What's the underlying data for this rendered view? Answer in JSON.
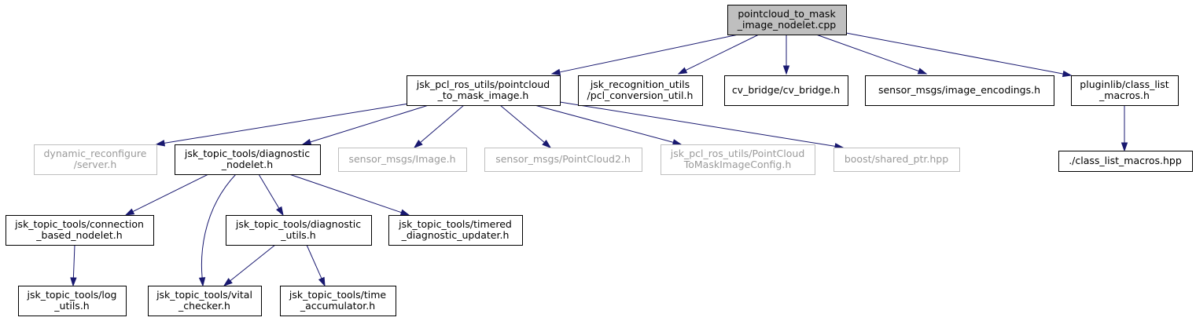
{
  "diagram": {
    "type": "include-dependency-graph",
    "colors": {
      "edge": "#191970",
      "root_fill": "#bfbfbf",
      "missing_border": "#bfbfbf",
      "missing_text": "#9a9a9a"
    },
    "nodes": [
      {
        "id": "root",
        "lines": [
          "pointcloud_to_mask",
          "_image_nodelet.cpp"
        ],
        "style": "root"
      },
      {
        "id": "pc2mask_h",
        "lines": [
          "jsk_pcl_ros_utils/pointcloud",
          "_to_mask_image.h"
        ],
        "style": "normal"
      },
      {
        "id": "pcl_conv",
        "lines": [
          "jsk_recognition_utils",
          "/pcl_conversion_util.h"
        ],
        "style": "normal"
      },
      {
        "id": "cv_bridge",
        "lines": [
          "cv_bridge/cv_bridge.h"
        ],
        "style": "normal"
      },
      {
        "id": "img_enc",
        "lines": [
          "sensor_msgs/image_encodings.h"
        ],
        "style": "normal"
      },
      {
        "id": "class_list",
        "lines": [
          "pluginlib/class_list",
          "_macros.h"
        ],
        "style": "normal"
      },
      {
        "id": "dyn_reconf",
        "lines": [
          "dynamic_reconfigure",
          "/server.h"
        ],
        "style": "gray"
      },
      {
        "id": "diag_nodelet",
        "lines": [
          "jsk_topic_tools/diagnostic",
          "_nodelet.h"
        ],
        "style": "normal"
      },
      {
        "id": "image_h",
        "lines": [
          "sensor_msgs/Image.h"
        ],
        "style": "gray"
      },
      {
        "id": "pcl2_h",
        "lines": [
          "sensor_msgs/PointCloud2.h"
        ],
        "style": "gray"
      },
      {
        "id": "config_h",
        "lines": [
          "jsk_pcl_ros_utils/PointCloud",
          "ToMaskImageConfig.h"
        ],
        "style": "gray"
      },
      {
        "id": "shared_ptr",
        "lines": [
          "boost/shared_ptr.hpp"
        ],
        "style": "gray"
      },
      {
        "id": "class_list_hpp",
        "lines": [
          "./class_list_macros.hpp"
        ],
        "style": "normal"
      },
      {
        "id": "conn_nodelet",
        "lines": [
          "jsk_topic_tools/connection",
          "_based_nodelet.h"
        ],
        "style": "normal"
      },
      {
        "id": "diag_utils",
        "lines": [
          "jsk_topic_tools/diagnostic",
          "_utils.h"
        ],
        "style": "normal"
      },
      {
        "id": "timered",
        "lines": [
          "jsk_topic_tools/timered",
          "_diagnostic_updater.h"
        ],
        "style": "normal"
      },
      {
        "id": "log_utils",
        "lines": [
          "jsk_topic_tools/log",
          "_utils.h"
        ],
        "style": "normal"
      },
      {
        "id": "vital",
        "lines": [
          "jsk_topic_tools/vital",
          "_checker.h"
        ],
        "style": "normal"
      },
      {
        "id": "time_acc",
        "lines": [
          "jsk_topic_tools/time",
          "_accumulator.h"
        ],
        "style": "normal"
      }
    ],
    "edges": [
      {
        "from": "root",
        "to": "pc2mask_h"
      },
      {
        "from": "root",
        "to": "pcl_conv"
      },
      {
        "from": "root",
        "to": "cv_bridge"
      },
      {
        "from": "root",
        "to": "img_enc"
      },
      {
        "from": "root",
        "to": "class_list"
      },
      {
        "from": "pc2mask_h",
        "to": "dyn_reconf"
      },
      {
        "from": "pc2mask_h",
        "to": "diag_nodelet"
      },
      {
        "from": "pc2mask_h",
        "to": "image_h"
      },
      {
        "from": "pc2mask_h",
        "to": "pcl2_h"
      },
      {
        "from": "pc2mask_h",
        "to": "config_h"
      },
      {
        "from": "pc2mask_h",
        "to": "shared_ptr"
      },
      {
        "from": "class_list",
        "to": "class_list_hpp"
      },
      {
        "from": "diag_nodelet",
        "to": "conn_nodelet"
      },
      {
        "from": "diag_nodelet",
        "to": "vital"
      },
      {
        "from": "diag_nodelet",
        "to": "diag_utils"
      },
      {
        "from": "diag_nodelet",
        "to": "timered"
      },
      {
        "from": "conn_nodelet",
        "to": "log_utils"
      },
      {
        "from": "diag_utils",
        "to": "vital"
      },
      {
        "from": "diag_utils",
        "to": "time_acc"
      }
    ]
  }
}
